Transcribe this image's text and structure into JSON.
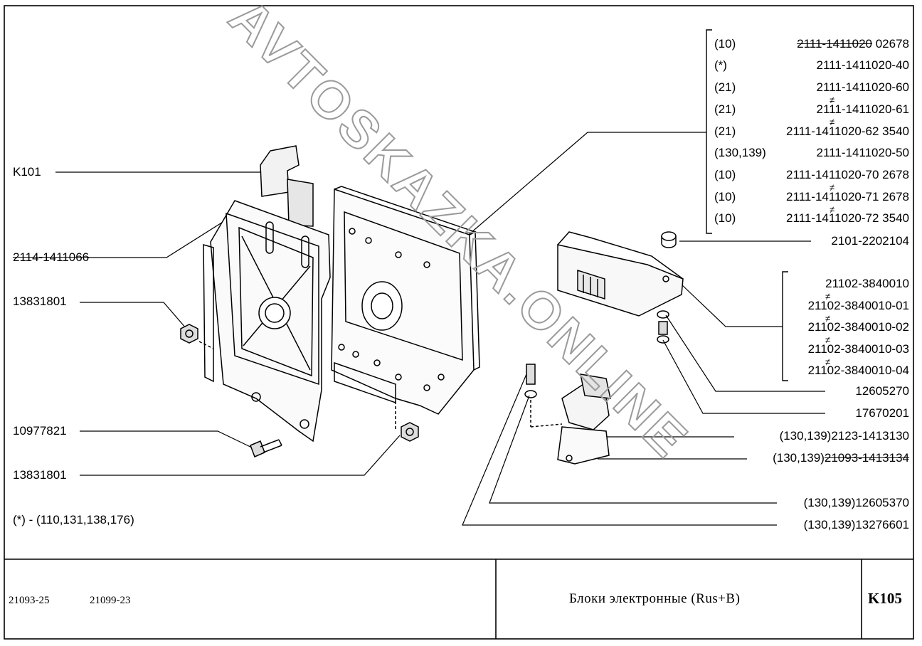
{
  "drawing": {
    "labels_left": {
      "k101": "K101",
      "housing": "2114-1411066",
      "nut_top": "13831801",
      "bolt": "10977821",
      "nut_bottom": "13831801"
    },
    "footnote": "(*)  -  (110,131,138,176)",
    "ecu_list": [
      {
        "qual": "(10)",
        "part": "2111-1411020",
        "suffix": " 02678",
        "struck": true
      },
      {
        "qual": "(*)",
        "part": "2111-1411020-40"
      },
      {
        "qual": "(21)",
        "part": "2111-1411020-60"
      },
      {
        "qual": "(21)",
        "part": "2111-1411020-61"
      },
      {
        "qual": "(21)",
        "part": "2111-1411020-62  3540"
      },
      {
        "qual": "(130,139)",
        "part": "2111-1411020-50"
      },
      {
        "qual": "(10)",
        "part": "2111-1411020-70  2678"
      },
      {
        "qual": "(10)",
        "part": "2111-1411020-71  2678"
      },
      {
        "qual": "(10)",
        "part": "2111-1411020-72  3540"
      }
    ],
    "not_interchangeable_mark": "≠",
    "labels_right": {
      "spacer": "2101-2202104",
      "washer": "12605270",
      "screw": "17670201",
      "sensor": "(130,139)2123-1413130",
      "bracket_q": "(130,139)",
      "bracket_part": "21093-1413134",
      "washer2": "(130,139)12605370",
      "bolt2": "(130,139)13276601"
    },
    "module_list": [
      "21102-3840010",
      "21102-3840010-01",
      "21102-3840010-02",
      "21102-3840010-03",
      "21102-3840010-04"
    ],
    "watermark": "AVTOSKAZKA.ONLINE"
  },
  "title_block": {
    "models_1": "21093-25",
    "models_2": "21099-23",
    "title": "Блоки электронные (Rus+B)",
    "code": "K105"
  }
}
